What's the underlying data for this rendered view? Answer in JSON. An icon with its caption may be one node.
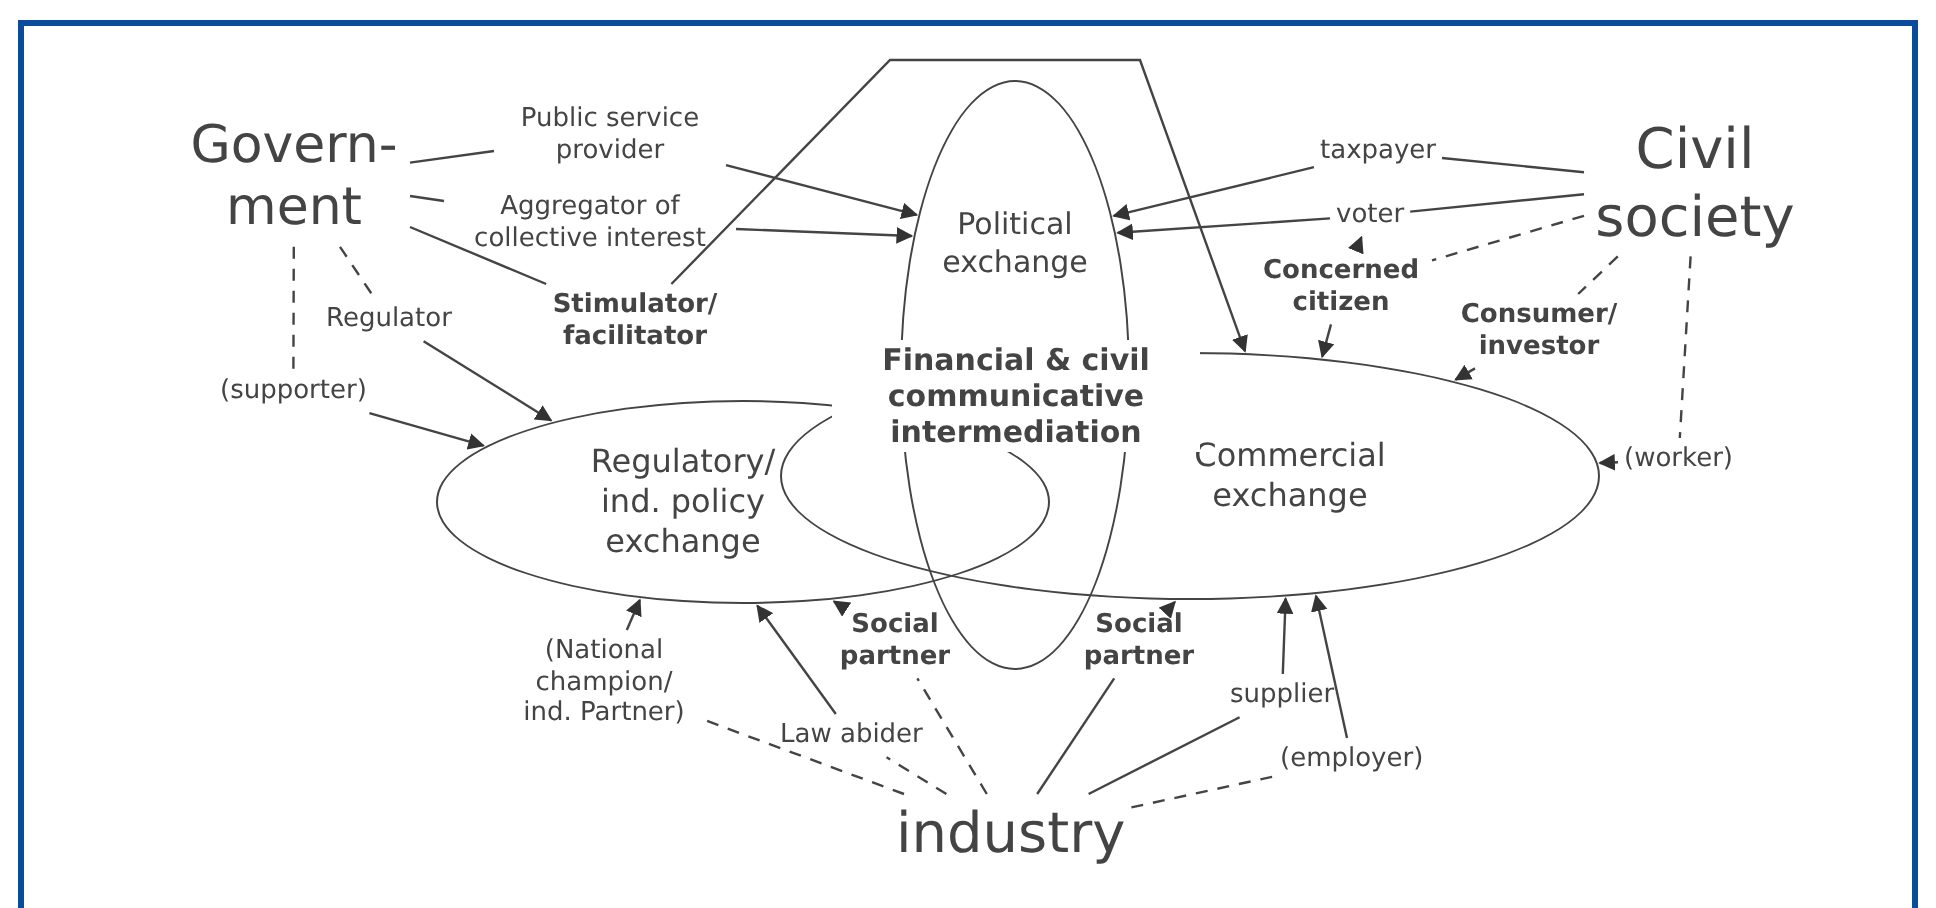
{
  "diagram": {
    "nodes": [
      {
        "text": [
          "Govern- ment"
        ]
      },
      {
        "text": [
          "Civil society"
        ]
      },
      {
        "text": [
          "industry"
        ]
      },
      {
        "text": [
          "Political exchange"
        ]
      },
      {
        "text": [
          "Regulatory/ ind. policy exchange"
        ]
      },
      {
        "text": [
          "Commercial exchange"
        ]
      },
      {
        "text": [
          "Financial & civil communicative intermediation"
        ]
      },
      {
        "text": [
          "Public service provider"
        ]
      },
      {
        "text": [
          "Aggregator of collective interest"
        ]
      },
      {
        "text": [
          "Regulator"
        ]
      },
      {
        "text": [
          "(supporter)"
        ]
      },
      {
        "text": [
          "Stimulator/ facilitator"
        ]
      },
      {
        "text": [
          "taxpayer"
        ]
      },
      {
        "text": [
          "voter"
        ]
      },
      {
        "text": [
          "Concerned citizen"
        ]
      },
      {
        "text": [
          "Consumer/ investor"
        ]
      },
      {
        "text": [
          "(worker)"
        ]
      },
      {
        "text": [
          "(National champion/ ind. Partner)"
        ]
      },
      {
        "text": [
          "Social partner"
        ]
      },
      {
        "text": [
          "Law abider"
        ]
      },
      {
        "text": [
          "Social partner"
        ]
      },
      {
        "text": [
          "supplier"
        ]
      },
      {
        "text": [
          "(employer)"
        ]
      }
    ],
    "edges": [
      {
        "from": 0,
        "to": 7,
        "arrow": "none"
      },
      {
        "from": 7,
        "to": 3,
        "arrow": "to"
      },
      {
        "from": 0,
        "to": 8,
        "arrow": "none"
      },
      {
        "from": 8,
        "to": 3,
        "arrow": "to"
      },
      {
        "from": 0,
        "to": 9,
        "arrow": "none",
        "style": "dashed"
      },
      {
        "from": 9,
        "to": 4,
        "arrow": "to"
      },
      {
        "from": 0,
        "to": 10,
        "arrow": "none",
        "style": "dashed"
      },
      {
        "from": 10,
        "to": 4,
        "arrow": "to"
      },
      {
        "from": 0,
        "to": 11,
        "arrow": "none"
      },
      {
        "from": 11,
        "to": 5,
        "arrow": "to"
      },
      {
        "from": 1,
        "to": 12,
        "arrow": "none"
      },
      {
        "from": 12,
        "to": 3,
        "arrow": "to"
      },
      {
        "from": 1,
        "to": 13,
        "arrow": "none"
      },
      {
        "from": 13,
        "to": 3,
        "arrow": "to"
      },
      {
        "from": 1,
        "to": 14,
        "arrow": "none",
        "style": "dashed"
      },
      {
        "from": 14,
        "to": 13,
        "arrow": "to"
      },
      {
        "from": 14,
        "to": 5,
        "arrow": "to"
      },
      {
        "from": 1,
        "to": 15,
        "arrow": "none",
        "style": "dashed"
      },
      {
        "from": 15,
        "to": 5,
        "arrow": "to"
      },
      {
        "from": 1,
        "to": 16,
        "arrow": "none",
        "style": "dashed"
      },
      {
        "from": 16,
        "to": 5,
        "arrow": "to"
      },
      {
        "from": 2,
        "to": 17,
        "arrow": "none",
        "style": "dashed"
      },
      {
        "from": 17,
        "to": 4,
        "arrow": "to"
      },
      {
        "from": 2,
        "to": 19,
        "arrow": "none",
        "style": "dashed"
      },
      {
        "from": 19,
        "to": 4,
        "arrow": "to"
      },
      {
        "from": 2,
        "to": 18,
        "arrow": "none",
        "style": "dashed"
      },
      {
        "from": 18,
        "to": 4,
        "arrow": "to"
      },
      {
        "from": 2,
        "to": 20,
        "arrow": "none"
      },
      {
        "from": 20,
        "to": 5,
        "arrow": "to"
      },
      {
        "from": 2,
        "to": 21,
        "arrow": "none"
      },
      {
        "from": 21,
        "to": 5,
        "arrow": "to"
      },
      {
        "from": 2,
        "to": 22,
        "arrow": "none",
        "style": "dashed"
      },
      {
        "from": 22,
        "to": 5,
        "arrow": "to"
      }
    ]
  }
}
